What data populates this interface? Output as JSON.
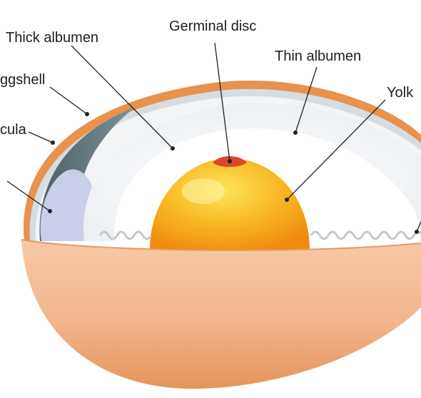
{
  "diagram": {
    "labels": {
      "germinal_disc": "Germinal disc",
      "thick_albumen": "Thick albumen",
      "thin_albumen": "Thin albumen",
      "eggshell": "ggshell",
      "yolk": "Yolk",
      "cuticula": "cula"
    },
    "colors": {
      "shell_outer": "#e8924e",
      "shell_inner": "#f6c3a0",
      "membrane": "#c9d2d7",
      "air_cell": "#c9cfe8",
      "chalaza": "#61767c",
      "thin_albumen": "#f4f6f8",
      "thick_albumen": "#ffffff",
      "yolk": "#f6a91c",
      "germinal_disc": "#d9482b"
    }
  }
}
